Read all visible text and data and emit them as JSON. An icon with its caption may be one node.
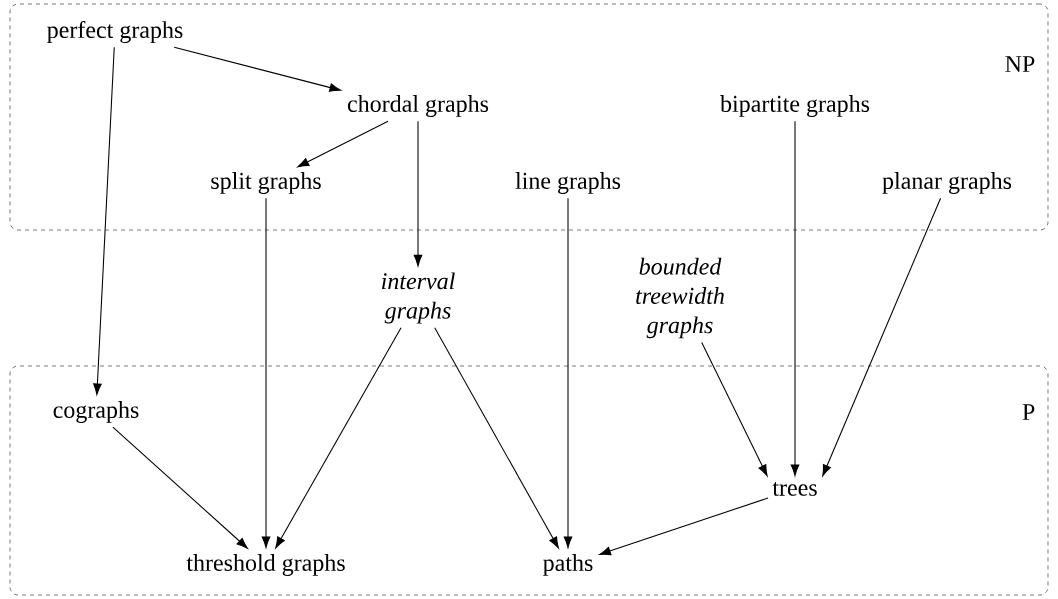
{
  "diagram": {
    "nodes": [
      {
        "text": [
          "NP"
        ]
      },
      {
        "text": [
          "perfect graphs"
        ],
        "in": 0
      },
      {
        "text": [
          "chordal graphs"
        ],
        "in": 0
      },
      {
        "text": [
          "bipartite graphs"
        ],
        "in": 0
      },
      {
        "text": [
          "split graphs"
        ],
        "in": 0
      },
      {
        "text": [
          "line graphs"
        ],
        "in": 0
      },
      {
        "text": [
          "planar graphs"
        ],
        "in": 0
      },
      {
        "text": [
          "interval graphs"
        ]
      },
      {
        "text": [
          "bounded treewidth graphs"
        ]
      },
      {
        "text": [
          "P"
        ]
      },
      {
        "text": [
          "cographs"
        ],
        "in": 9
      },
      {
        "text": [
          "trees"
        ],
        "in": 9
      },
      {
        "text": [
          "threshold graphs"
        ],
        "in": 9
      },
      {
        "text": [
          "paths"
        ],
        "in": 9
      }
    ],
    "edges": [
      {
        "from": 1,
        "to": 2,
        "arrow": "to"
      },
      {
        "from": 1,
        "to": 10,
        "arrow": "to"
      },
      {
        "from": 2,
        "to": 4,
        "arrow": "to"
      },
      {
        "from": 2,
        "to": 7,
        "arrow": "to"
      },
      {
        "from": 4,
        "to": 12,
        "arrow": "to"
      },
      {
        "from": 5,
        "to": 13,
        "arrow": "to"
      },
      {
        "from": 3,
        "to": 11,
        "arrow": "to"
      },
      {
        "from": 6,
        "to": 11,
        "arrow": "to"
      },
      {
        "from": 7,
        "to": 12,
        "arrow": "to"
      },
      {
        "from": 7,
        "to": 13,
        "arrow": "to"
      },
      {
        "from": 8,
        "to": 11,
        "arrow": "to"
      },
      {
        "from": 10,
        "to": 12,
        "arrow": "to"
      },
      {
        "from": 11,
        "to": 13,
        "arrow": "to"
      }
    ]
  }
}
